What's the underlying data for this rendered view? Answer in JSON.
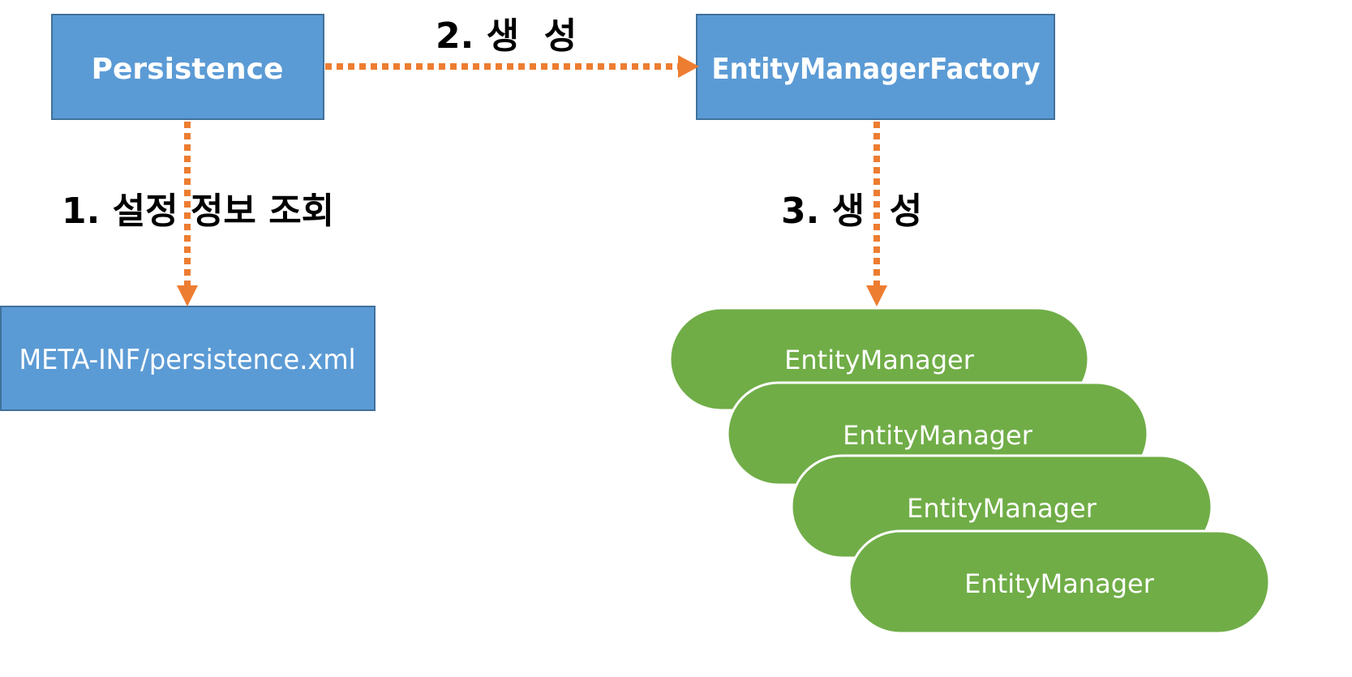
{
  "colors": {
    "box_fill": "#5b9bd5",
    "box_stroke": "#41719c",
    "pill_fill": "#70ad47",
    "pill_stroke": "#ffffff",
    "arrow": "#ed7d31",
    "label_text": "#000000",
    "box_text": "#ffffff"
  },
  "nodes": {
    "persistence": {
      "label": "Persistence"
    },
    "factory": {
      "label": "EntityManagerFactory"
    },
    "config_file": {
      "label": "META-INF/persistence.xml"
    },
    "entity_managers": [
      {
        "label": "EntityManager"
      },
      {
        "label": "EntityManager"
      },
      {
        "label": "EntityManager"
      },
      {
        "label": "EntityManager"
      }
    ]
  },
  "steps": {
    "step1": {
      "label": "1. 설정 정보 조회"
    },
    "step2": {
      "label": "2. 생  성"
    },
    "step3": {
      "label": "3. 생  성"
    }
  }
}
